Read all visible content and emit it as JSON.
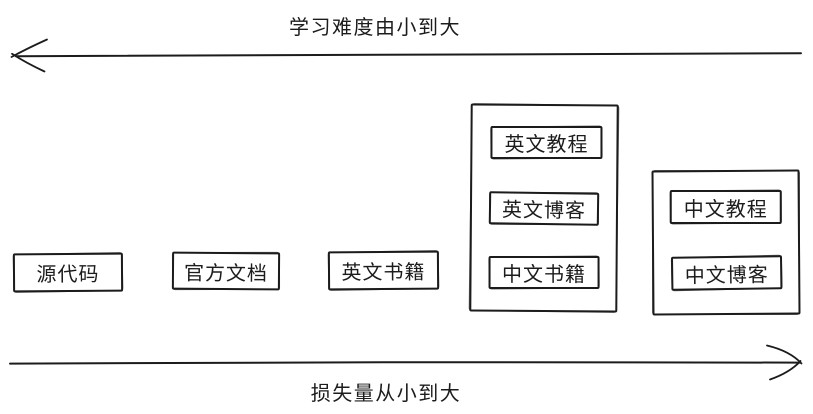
{
  "diagram": {
    "background": "#ffffff",
    "stroke_color": "#1c1c1c",
    "top_axis": {
      "label": "学习难度由小到大",
      "arrow_direction": "left"
    },
    "bottom_axis": {
      "label": "损失量从小到大",
      "arrow_direction": "right"
    },
    "nodes": [
      {
        "label": "源代码"
      },
      {
        "label": "官方文档"
      },
      {
        "label": "英文书籍"
      }
    ],
    "groups": [
      {
        "items": [
          {
            "label": "英文教程"
          },
          {
            "label": "英文博客"
          },
          {
            "label": "中文书籍"
          }
        ]
      },
      {
        "items": [
          {
            "label": "中文教程"
          },
          {
            "label": "中文博客"
          }
        ]
      }
    ]
  }
}
